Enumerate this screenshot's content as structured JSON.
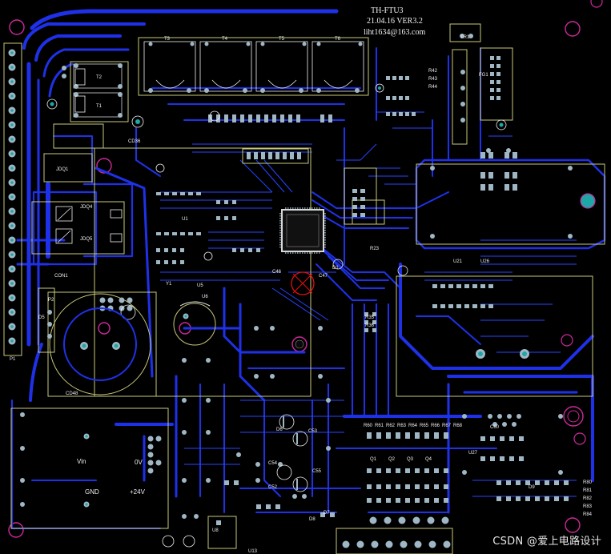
{
  "board": {
    "name": "TH-FTU3",
    "date_version": "21.04.16  VER3.2",
    "email": "liht1634@163.com"
  },
  "labels": {
    "t1": "T1",
    "t2": "T2",
    "t3": "T3",
    "t4": "T4",
    "t5": "T5",
    "t6": "T6",
    "u1": "U1",
    "y1": "Y1",
    "u5": "U5",
    "u6": "U6",
    "u13": "U13",
    "u8": "U8",
    "u21": "U21",
    "u26": "U26",
    "u27": "U27",
    "jdq4": "JDQ4",
    "jdq5": "JDQ5",
    "jdq1": "JDQ1",
    "cd36": "CD36",
    "cd48": "CD48",
    "con1": "CON1",
    "vin": "Vin",
    "zero_v": "0V",
    "gnd": "GND",
    "plus24v": "+24V",
    "p1": "P1",
    "p2": "P2",
    "d5": "D5",
    "d6": "D6",
    "d7": "D7",
    "d8": "D8",
    "d1": "D1",
    "d9": "D9",
    "c46": "C46",
    "c47": "C47",
    "c52": "C52",
    "c53": "C53",
    "c54": "C54",
    "c55": "C55",
    "c60": "C60",
    "r42": "R42",
    "r43": "R43",
    "r44": "R44",
    "r23": "R23",
    "r35": "R35",
    "r36": "R36",
    "r60": "R60",
    "r61": "R61",
    "r62": "R62",
    "r63": "R63",
    "r64": "R64",
    "r65": "R65",
    "r66": "R66",
    "r67": "R67",
    "r68": "R68",
    "r80": "R80",
    "r81": "R81",
    "r82": "R82",
    "r83": "R83",
    "r84": "R84",
    "q1": "Q1",
    "q2": "Q2",
    "q3": "Q3",
    "q4": "Q4",
    "tr1": "TR1",
    "fg1": "FG1"
  },
  "watermark": "CSDN @爱上电路设计",
  "colors": {
    "background": "#000000",
    "top_copper": "#1f31e8",
    "bottom_copper": "#2743ff",
    "silkscreen": "#f0f0f0",
    "outline_yellow": "#c8c87a",
    "pad": "#9fb7c4",
    "drill": "#1fa6a6",
    "mount_hole": "#cc2a9a",
    "ic_body": "#d8d8d8",
    "mark_red": "#e01010"
  }
}
